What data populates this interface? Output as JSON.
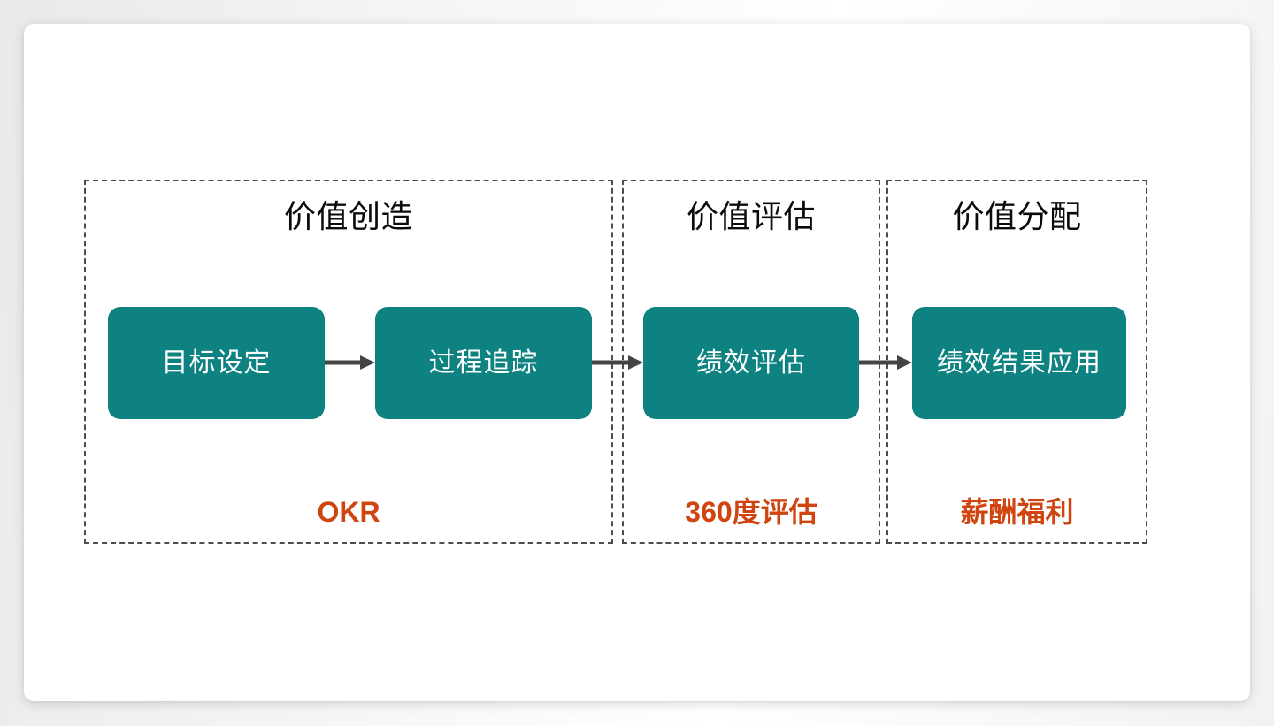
{
  "slide": {
    "background_color": "#ffffff",
    "canvas_color": "#f1f1f1"
  },
  "theme": {
    "box_fill": "#0d8281",
    "box_text": "#ffffff",
    "panel_border": "#4d4d4d",
    "accent_orange": "#cf440f",
    "arrow_color": "#444444",
    "title_text": "#0b0b0b"
  },
  "diagram": {
    "type": "linear-process-flow",
    "stages": [
      {
        "title": "价值创造",
        "footer": "OKR",
        "steps": [
          "目标设定",
          "过程追踪"
        ]
      },
      {
        "title": "价值评估",
        "footer": "360度评估",
        "steps": [
          "绩效评估"
        ]
      },
      {
        "title": "价值分配",
        "footer": "薪酬福利",
        "steps": [
          "绩效结果应用"
        ]
      }
    ],
    "flow_order": [
      "目标设定",
      "过程追踪",
      "绩效评估",
      "绩效结果应用"
    ],
    "arrows": [
      {
        "from": "目标设定",
        "to": "过程追踪"
      },
      {
        "from": "过程追踪",
        "to": "绩效评估"
      },
      {
        "from": "绩效评估",
        "to": "绩效结果应用"
      }
    ]
  }
}
